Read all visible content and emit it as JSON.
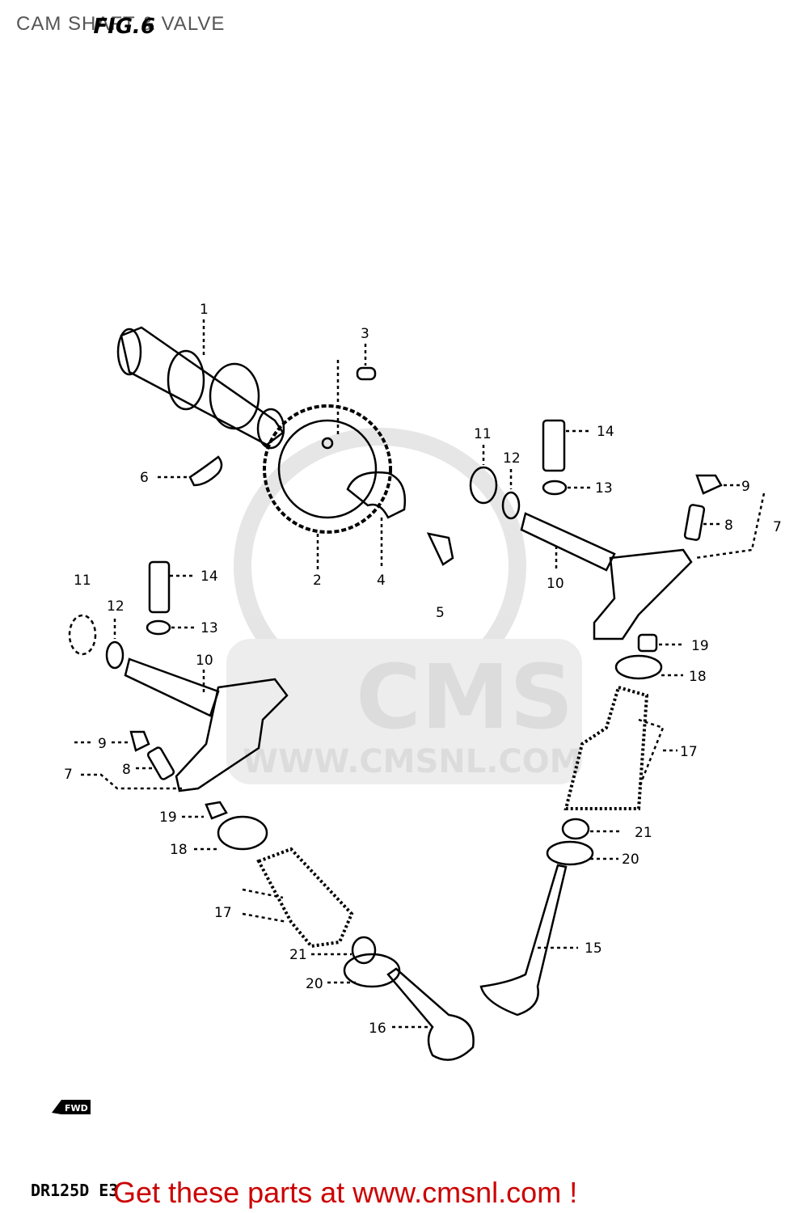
{
  "page": {
    "title": "CAM SHAFT & VALVE",
    "fig_label": "FIG.6",
    "model_code": "DR125D E3",
    "cta_text": "Get these parts at www.cmsnl.com !"
  },
  "watermark": {
    "brand": "CMS",
    "url": "WWW.CMSNL.COM"
  },
  "fwd_label": "FWD",
  "callouts": {
    "c1": "1",
    "c2": "2",
    "c3": "3",
    "c4": "4",
    "c5": "5",
    "c6": "6",
    "c7a": "7",
    "c7b": "7",
    "c8a": "8",
    "c8b": "8",
    "c9a": "9",
    "c9b": "9",
    "c10a": "10",
    "c10b": "10",
    "c11a": "11",
    "c11b": "11",
    "c12a": "12",
    "c12b": "12",
    "c13a": "13",
    "c13b": "13",
    "c14a": "14",
    "c14b": "14",
    "c15": "15",
    "c16": "16",
    "c17a": "17",
    "c17b": "17",
    "c18a": "18",
    "c18b": "18",
    "c19a": "19",
    "c19b": "19",
    "c20a": "20",
    "c20b": "20",
    "c21a": "21",
    "c21b": "21"
  }
}
